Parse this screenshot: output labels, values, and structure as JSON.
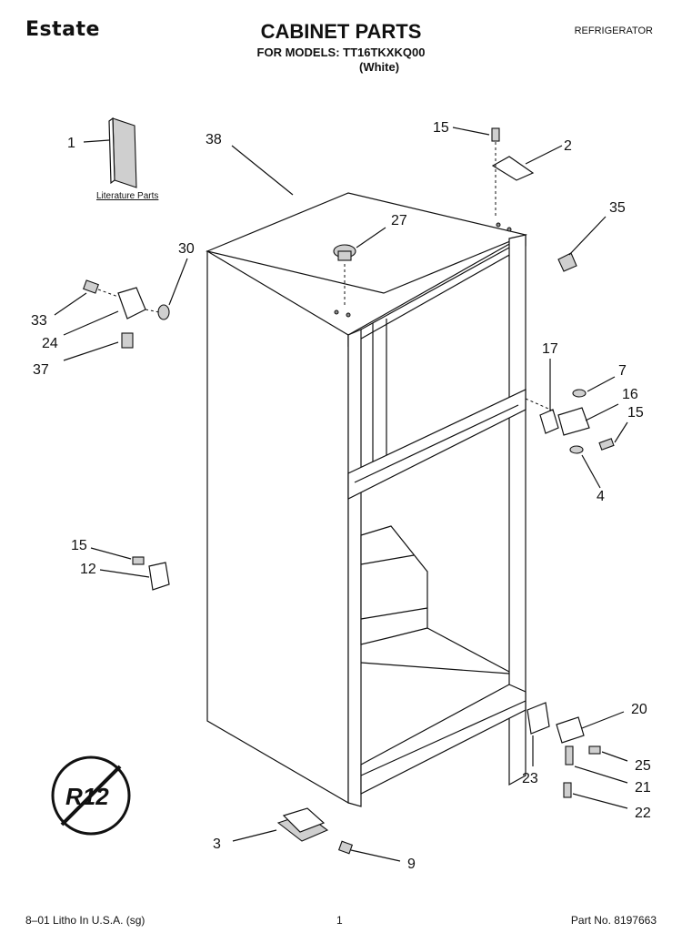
{
  "header": {
    "brand": "Estate",
    "title": "CABINET PARTS",
    "models_line": "FOR MODELS: TT16TKXKQ00",
    "color": "(White)",
    "category": "REFRIGERATOR"
  },
  "footer": {
    "litho": "8–01 Litho In U.S.A. (sg)",
    "page_number": "1",
    "part_number": "Part No. 8197663"
  },
  "literature_label": "Literature Parts",
  "refrigerant_logo": "R12",
  "callouts": {
    "c1": "1",
    "c38": "38",
    "c15a": "15",
    "c2": "2",
    "c27": "27",
    "c35": "35",
    "c30": "30",
    "c33": "33",
    "c24": "24",
    "c37": "37",
    "c17": "17",
    "c7": "7",
    "c16": "16",
    "c15b": "15",
    "c4": "4",
    "c15c": "15",
    "c12": "12",
    "c20": "20",
    "c25": "25",
    "c21": "21",
    "c22": "22",
    "c23": "23",
    "c3": "3",
    "c9": "9"
  }
}
